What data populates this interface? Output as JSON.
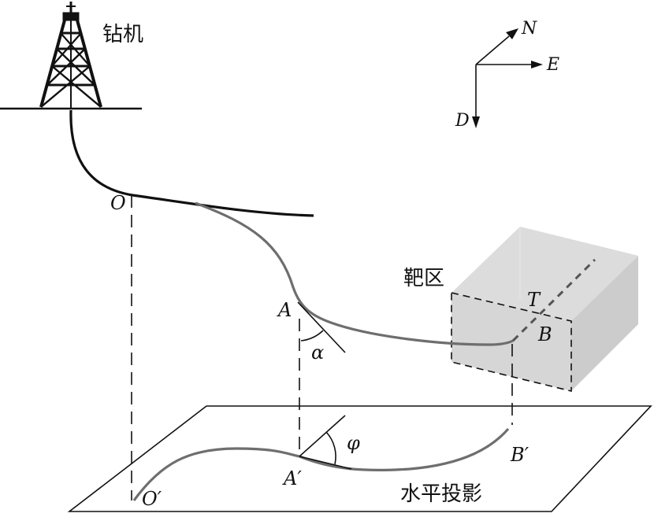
{
  "labels": {
    "rig": "钻机",
    "target_zone": "靶区",
    "horizontal_projection": "水平投影",
    "point_O": "O",
    "point_O_prime": "O′",
    "point_A": "A",
    "point_A_prime": "A′",
    "point_B": "B",
    "point_B_prime": "B′",
    "point_T": "T",
    "angle_alpha": "α",
    "angle_phi": "φ"
  },
  "compass": {
    "north": "N",
    "east": "E",
    "down": "D"
  },
  "colors": {
    "ink": "#111111",
    "well_path": "#6e6e6e",
    "target_face": "#d9d9d9",
    "target_side": "#cfcfcf"
  }
}
